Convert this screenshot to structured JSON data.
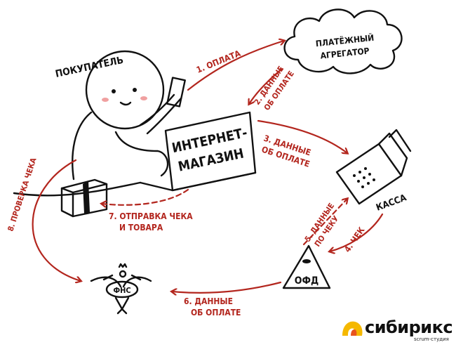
{
  "actors": {
    "buyer": "ПОКУПАТЕЛЬ",
    "aggregator_line1": "ПЛАТЁЖНЫЙ",
    "aggregator_line2": "АГРЕГАТОР",
    "shop_line1": "ИНТЕРНЕТ-",
    "shop_line2": "МАГАЗИН",
    "register": "КАССА",
    "ofd": "ОФД",
    "fns": "ФНС"
  },
  "steps": {
    "s1": "1. ОПЛАТА",
    "s2_line1": "2. ДАННЫЕ",
    "s2_line2": "ОБ ОПЛАТЕ",
    "s3_line1": "3. ДАННЫЕ",
    "s3_line2": "ОБ ОПЛАТЕ",
    "s4": "4. ЧЕК",
    "s5_line1": "5. ДАННЫЕ",
    "s5_line2": "ПО ЧЕКУ",
    "s6_line1": "6. ДАННЫЕ",
    "s6_line2": "ОБ ОПЛАТЕ",
    "s7_line1": "7. ОТПРАВКА ЧЕКА",
    "s7_line2": "И ТОВАРА",
    "s8": "8. ПРОВЕРКА ЧЕКА"
  },
  "logo": {
    "name": "сибирикс",
    "subtitle": "scrum-студия",
    "colors": [
      "#f5b800",
      "#e8541e"
    ]
  },
  "colors": {
    "arrow": "#b3261e",
    "ink": "#111111"
  }
}
